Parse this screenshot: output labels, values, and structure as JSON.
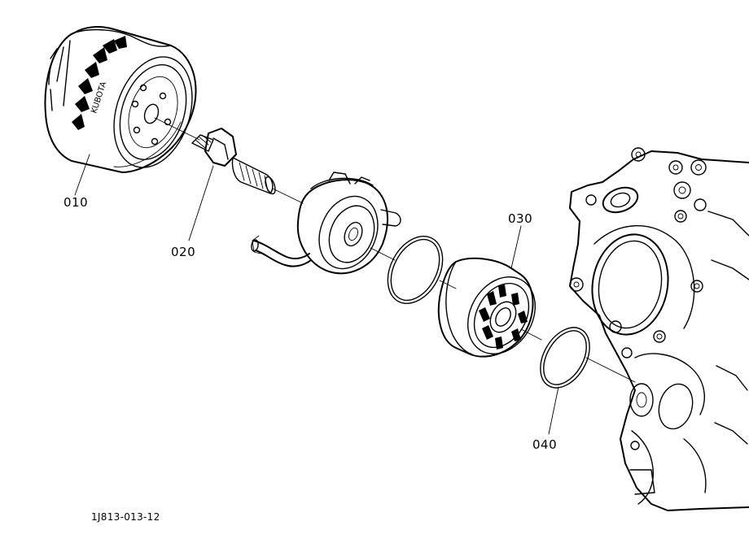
{
  "callouts": [
    {
      "id": "010",
      "label": "010"
    },
    {
      "id": "020",
      "label": "020"
    },
    {
      "id": "030",
      "label": "030"
    },
    {
      "id": "040",
      "label": "040"
    }
  ],
  "filter_brand": "KUBOTA",
  "drawing_reference": "1J813-013-12"
}
